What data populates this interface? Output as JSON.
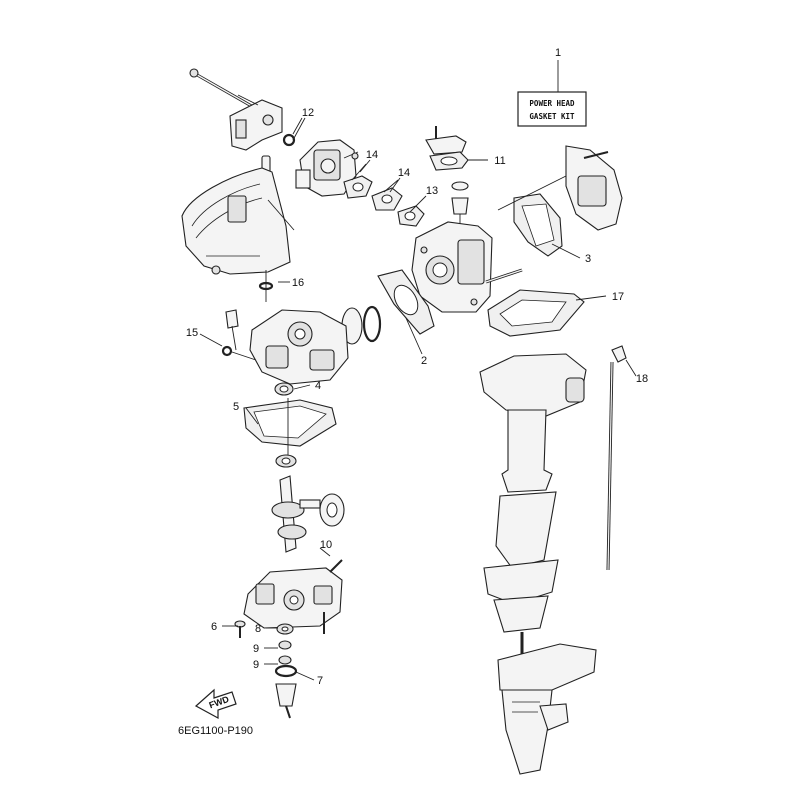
{
  "kit_label": {
    "line1": "POWER HEAD",
    "line2": "GASKET KIT"
  },
  "part_numbers": {
    "p1": "1",
    "p2": "2",
    "p3": "3",
    "p4": "4",
    "p5": "5",
    "p6": "6",
    "p7": "7",
    "p8": "8",
    "p9a": "9",
    "p9b": "9",
    "p10": "10",
    "p11": "11",
    "p12": "12",
    "p13": "13",
    "p14a": "14",
    "p14b": "14",
    "p15": "15",
    "p16": "16",
    "p17": "17",
    "p18": "18"
  },
  "fwd_label": "FWD",
  "diagram_code": "6EG1100-P190"
}
